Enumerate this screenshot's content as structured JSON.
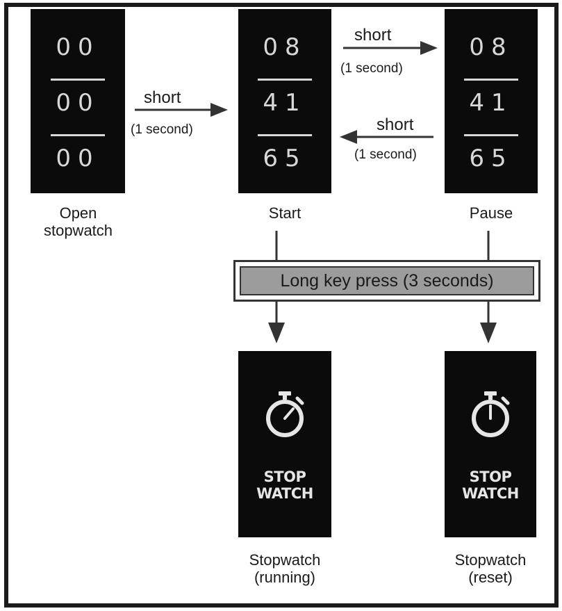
{
  "transitions": {
    "open_to_start": {
      "label": "short",
      "duration": "(1 second)"
    },
    "start_to_pause": {
      "label": "short",
      "duration": "(1 second)"
    },
    "pause_to_start": {
      "label": "short",
      "duration": "(1 second)"
    },
    "long_press": {
      "label": "Long key press (3 seconds)"
    }
  },
  "displays": {
    "open": {
      "rows": [
        "00",
        "00",
        "00"
      ],
      "caption": [
        "Open",
        "stopwatch"
      ]
    },
    "start": {
      "rows": [
        "08",
        "41",
        "65"
      ],
      "caption": [
        "Start"
      ]
    },
    "pause": {
      "rows": [
        "08",
        "41",
        "65"
      ],
      "caption": [
        "Pause"
      ]
    },
    "running": {
      "text": [
        "STOP",
        "WATCH"
      ],
      "caption": [
        "Stopwatch",
        "(running)"
      ],
      "icon": "stopwatch-icon"
    },
    "reset": {
      "text": [
        "STOP",
        "WATCH"
      ],
      "caption": [
        "Stopwatch",
        "(reset)"
      ],
      "icon": "stopwatch-icon"
    }
  },
  "colors": {
    "panel": "#0b0b0b",
    "digit": "#d8d8d8",
    "bar": "#9c9c9c",
    "ink": "#1a1a1a"
  }
}
